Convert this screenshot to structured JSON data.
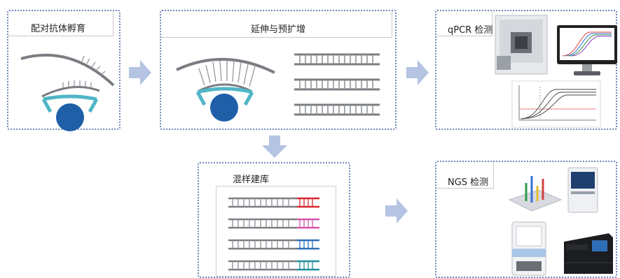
{
  "steps": {
    "incubation": {
      "title": "配对抗体孵育"
    },
    "extension": {
      "title": "延伸与预扩增"
    },
    "library": {
      "title": "混样建库"
    },
    "qpcr": {
      "title": "qPCR 检测"
    },
    "ngs": {
      "title": "NGS 检测"
    }
  },
  "colors": {
    "panel_border": "#6f86b8",
    "arrow": "#b4c4e2",
    "antibody": "#4fb6c6",
    "antigen": "#1f5fa8",
    "strand": "#7a7d82",
    "barcode_red": "#d8282e",
    "barcode_pink": "#d455a8",
    "barcode_blue": "#2f6fb8",
    "barcode_teal": "#1f8f9a"
  },
  "icons": [
    "right-arrow",
    "down-arrow",
    "antibody-pair-icon",
    "dna-duplex-icon",
    "qpcr-plate-icon",
    "qpcr-monitor-icon",
    "amplification-curve-icon",
    "sequencing-flowcell-icon",
    "sequencer-icon"
  ]
}
